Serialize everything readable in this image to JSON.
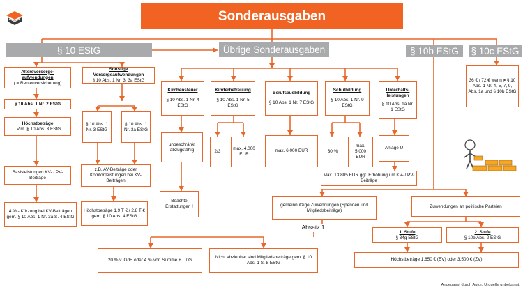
{
  "title": "Sonderausgaben",
  "sections": {
    "estg10": "§ 10 EStG",
    "uebrige": "Übrige Sonderausgaben",
    "estg10b": "§ 10b EStG",
    "estg10c": "§ 10c EStG"
  },
  "vorsorge": {
    "title": "Altersvorsorge-aufwendungen",
    "sub": "( = Rentenversicherung)",
    "para": "§ 10 Abs. 1 Nr. 2 EStG",
    "hb_title": "Höchstbeträge",
    "hb_sub": "i.V.m. § 10 Abs. 3 EStG",
    "basis": "Basisleistungen KV- / PV-Beiträge",
    "kuerzung": "4 % - Kürzung bei KV-Beiträgen gem. § 10 Abs. 1 Nr. 3a S. 4 EStG"
  },
  "sonstige": {
    "title": "Sonstige Vorsorgeaufwendungen",
    "para": "§ 10 Abs. 1 Nr. 3, 3a EStG",
    "nr3": "§ 10 Abs. 1 Nr. 3 EStG",
    "nr3a": "§ 10 Abs. 1 Nr. 3a EStG",
    "komfort": "z.B. AV-Beiträge oder Komfortleistungen bei KV-Beiträgen",
    "hb": "Höchstbeträge 1,9 T € / 2,8 T € gem. § 10 Abs. 4 EStG"
  },
  "kirchensteuer": {
    "title": "Kirchensteuer",
    "para": "§ 10 Abs. 1 Nr. 4 EStG",
    "text": "unbeschränkt abzugsfähig",
    "beachte": "Beachte Erstattungen !"
  },
  "kinderbetreuung": {
    "title": "Kinderbetreuung",
    "para": "§ 10 Abs. 1 Nr. 5 EStG",
    "ratio": "2/3",
    "max": "max. 4.000 EUR"
  },
  "berufsausbildung": {
    "title": "Berufsausbildung",
    "para": "§ 10 Abs. 1 Nr. 7 EStG",
    "max": "max. 6.000 EUR"
  },
  "schulbildung": {
    "title": "Schulbildung",
    "para": "§ 10 Abs. 1 Nr. 9 EStG",
    "pct": "30 %",
    "max": "max. 5.000 EUR"
  },
  "unterhalt": {
    "title": "Unterhalts-leistungen",
    "para": "§ 10 Abs. 1a Nr. 1 EStG",
    "anlage": "Anlage U"
  },
  "max13805": "Max. 13.805 EUR ggf. Erhöhung um KV- / PV- Beiträge",
  "gemein": "gemeinnützige Zuwendungen (Spenden und Mitgliedsbeiträge)",
  "absatz": "Absatz 1",
  "gde": "20 % v. GdE oder 4 ‰ von Summe + L / G",
  "mitglieds": "Nicht abziehbar sind Mitgliedsbeiträge gem. § 10 Abs. 1 S. 8 EStG",
  "parteien": "Zuwendungen an politische Parteien",
  "stufe1": {
    "title": "1. Stufe",
    "para": "§ 34g EStG"
  },
  "stufe2": {
    "title": "2. Stufe",
    "para": "§ 10b Abs. 2 EStG"
  },
  "hb_zv": "Höchstbeträge 1.650 € (EV) oder 3.500 € (ZV)",
  "pauschbetrag": "36 € / 72 € wenn ≠ § 10 Abs. 1 Nr. 4, 5, 7, 9, Abs. 1a und § 10b EStG",
  "note": "Angepasst durch Autor. Urquelle unbekannt.",
  "colors": {
    "accent": "#f16323",
    "border": "#e8672a",
    "grey": "#a9aaab"
  },
  "icons": {
    "logo": "book-logo-icon",
    "figure": "figure-stacking-icon"
  }
}
